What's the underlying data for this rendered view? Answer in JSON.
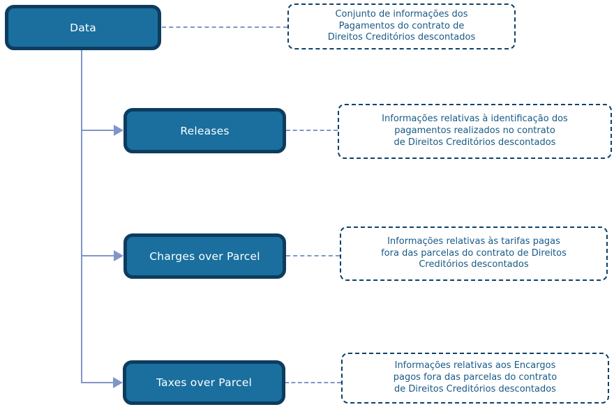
{
  "colors": {
    "node-fill": "#1A6F9E",
    "node-border": "#0D3C5F",
    "node-text": "#FFFFFF",
    "note-border": "#0E4166",
    "note-text": "#175A86",
    "connector": "#8096C8"
  },
  "nodes": {
    "root": {
      "label": "Data",
      "note": "Conjunto de informações dos\nPagamentos do contrato de\nDireitos Creditórios descontados"
    },
    "children": [
      {
        "label": "Releases",
        "note": "Informações relativas à identificação dos\npagamentos realizados no contrato\nde Direitos Creditórios descontados"
      },
      {
        "label": "Charges over Parcel",
        "note": "Informações relativas às tarifas pagas\nfora das parcelas do contrato de Direitos\nCreditórios descontados"
      },
      {
        "label": "Taxes over Parcel",
        "note": "Informações relativas aos Encargos\npagos fora das parcelas do contrato\nde Direitos Creditórios descontados"
      }
    ]
  }
}
